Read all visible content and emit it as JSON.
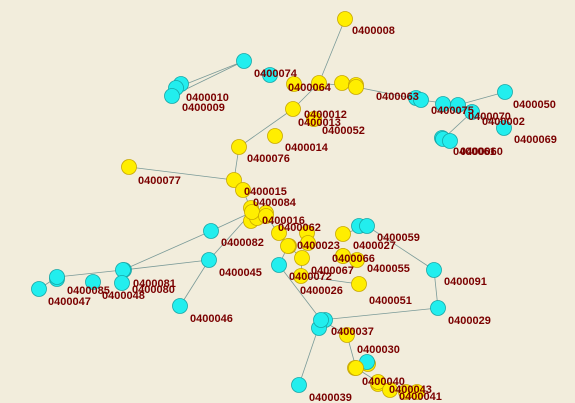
{
  "graph": {
    "node_colors": {
      "hub": "#ffee00",
      "leaf": "#22eeee",
      "label": "#7a0000",
      "edge": "#7a9a98",
      "background": "#f2eddc"
    },
    "nodes": [
      {
        "id": "n008",
        "label": "0400008",
        "kind": "hub"
      },
      {
        "id": "n074",
        "label": "0400074",
        "kind": "leaf"
      },
      {
        "id": "n010",
        "label": "0400010",
        "kind": "leaf"
      },
      {
        "id": "n009",
        "label": "0400009",
        "kind": "leaf"
      },
      {
        "id": "n064",
        "label": "0400064",
        "kind": "hub"
      },
      {
        "id": "n063",
        "label": "0400063",
        "kind": "hub"
      },
      {
        "id": "n012",
        "label": "0400012",
        "kind": "hub"
      },
      {
        "id": "n013",
        "label": "0400013",
        "kind": "hub"
      },
      {
        "id": "n052",
        "label": "0400052",
        "kind": "hub"
      },
      {
        "id": "n014",
        "label": "0400014",
        "kind": "hub"
      },
      {
        "id": "n076",
        "label": "0400076",
        "kind": "hub"
      },
      {
        "id": "n077",
        "label": "0400077",
        "kind": "hub"
      },
      {
        "id": "n015",
        "label": "0400015",
        "kind": "hub"
      },
      {
        "id": "n084",
        "label": "0400084",
        "kind": "hub"
      },
      {
        "id": "n016",
        "label": "0400016",
        "kind": "hub"
      },
      {
        "id": "n062",
        "label": "0400062",
        "kind": "hub"
      },
      {
        "id": "n082",
        "label": "0400082",
        "kind": "leaf"
      },
      {
        "id": "n023",
        "label": "0400023",
        "kind": "hub"
      },
      {
        "id": "n027",
        "label": "0400027",
        "kind": "hub"
      },
      {
        "id": "n059",
        "label": "0400059",
        "kind": "leaf"
      },
      {
        "id": "n066",
        "label": "0400066",
        "kind": "hub"
      },
      {
        "id": "n067",
        "label": "0400067",
        "kind": "hub"
      },
      {
        "id": "n055",
        "label": "0400055",
        "kind": "hub"
      },
      {
        "id": "n045",
        "label": "0400045",
        "kind": "leaf"
      },
      {
        "id": "n072",
        "label": "0400072",
        "kind": "leaf"
      },
      {
        "id": "n026",
        "label": "0400026",
        "kind": "hub"
      },
      {
        "id": "n051",
        "label": "0400051",
        "kind": "hub"
      },
      {
        "id": "n091",
        "label": "0400091",
        "kind": "leaf"
      },
      {
        "id": "n081",
        "label": "0400081",
        "kind": "leaf"
      },
      {
        "id": "n080",
        "label": "0400080",
        "kind": "leaf"
      },
      {
        "id": "n048",
        "label": "0400048",
        "kind": "leaf"
      },
      {
        "id": "n085",
        "label": "0400085",
        "kind": "leaf"
      },
      {
        "id": "n047",
        "label": "0400047",
        "kind": "leaf"
      },
      {
        "id": "n046",
        "label": "0400046",
        "kind": "leaf"
      },
      {
        "id": "n029",
        "label": "0400029",
        "kind": "leaf"
      },
      {
        "id": "n037",
        "label": "0400037",
        "kind": "leaf"
      },
      {
        "id": "n030",
        "label": "0400030",
        "kind": "hub"
      },
      {
        "id": "n039",
        "label": "0400039",
        "kind": "leaf"
      },
      {
        "id": "n040",
        "label": "0400040",
        "kind": "hub"
      },
      {
        "id": "n043",
        "label": "0400043",
        "kind": "hub"
      },
      {
        "id": "n041",
        "label": "0400041",
        "kind": "hub"
      },
      {
        "id": "n050",
        "label": "0400050",
        "kind": "leaf"
      },
      {
        "id": "n070",
        "label": "0400070",
        "kind": "leaf"
      },
      {
        "id": "n002",
        "label": "0400002",
        "kind": "leaf"
      },
      {
        "id": "n075",
        "label": "0400075",
        "kind": "leaf"
      },
      {
        "id": "n069",
        "label": "0400069",
        "kind": "leaf"
      },
      {
        "id": "n061",
        "label": "0400061",
        "kind": "leaf"
      },
      {
        "id": "n060",
        "label": "0400060",
        "kind": "leaf"
      }
    ]
  }
}
